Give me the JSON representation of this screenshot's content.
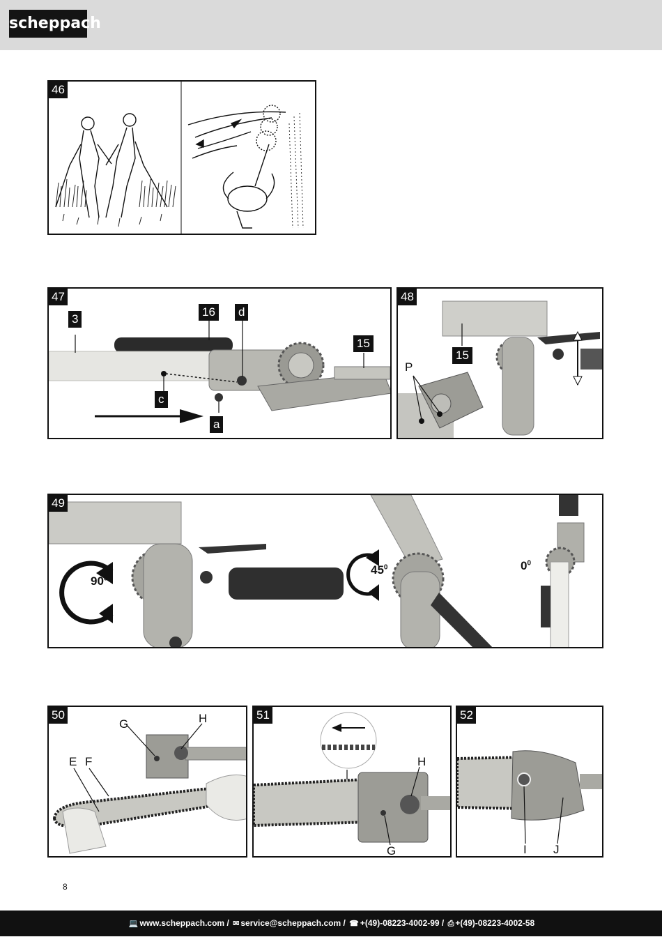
{
  "header": {
    "logo_text": "scheppach"
  },
  "figures": {
    "f46": {
      "number": "46"
    },
    "f47": {
      "number": "47",
      "labels": {
        "tube": "3",
        "handle": "16",
        "d": "d",
        "gearbox": "15",
        "c": "c",
        "a": "a"
      }
    },
    "f48": {
      "number": "48",
      "labels": {
        "p": "P",
        "gearbox": "15"
      }
    },
    "f49": {
      "number": "49",
      "angles": {
        "a90": "90",
        "a45": "45",
        "a0": "0"
      },
      "degree_sign": "0"
    },
    "f50": {
      "number": "50",
      "labels": {
        "g": "G",
        "h": "H",
        "e": "E",
        "f": "F"
      }
    },
    "f51": {
      "number": "51",
      "labels": {
        "h": "H",
        "g": "G"
      }
    },
    "f52": {
      "number": "52",
      "labels": {
        "i": "I",
        "j": "J"
      }
    }
  },
  "page": {
    "number": "8"
  },
  "footer": {
    "website": "www.scheppach.com",
    "email": "service@scheppach.com",
    "phone": "+(49)-08223-4002-99",
    "fax": "+(49)-08223-4002-58",
    "separator": " / "
  }
}
